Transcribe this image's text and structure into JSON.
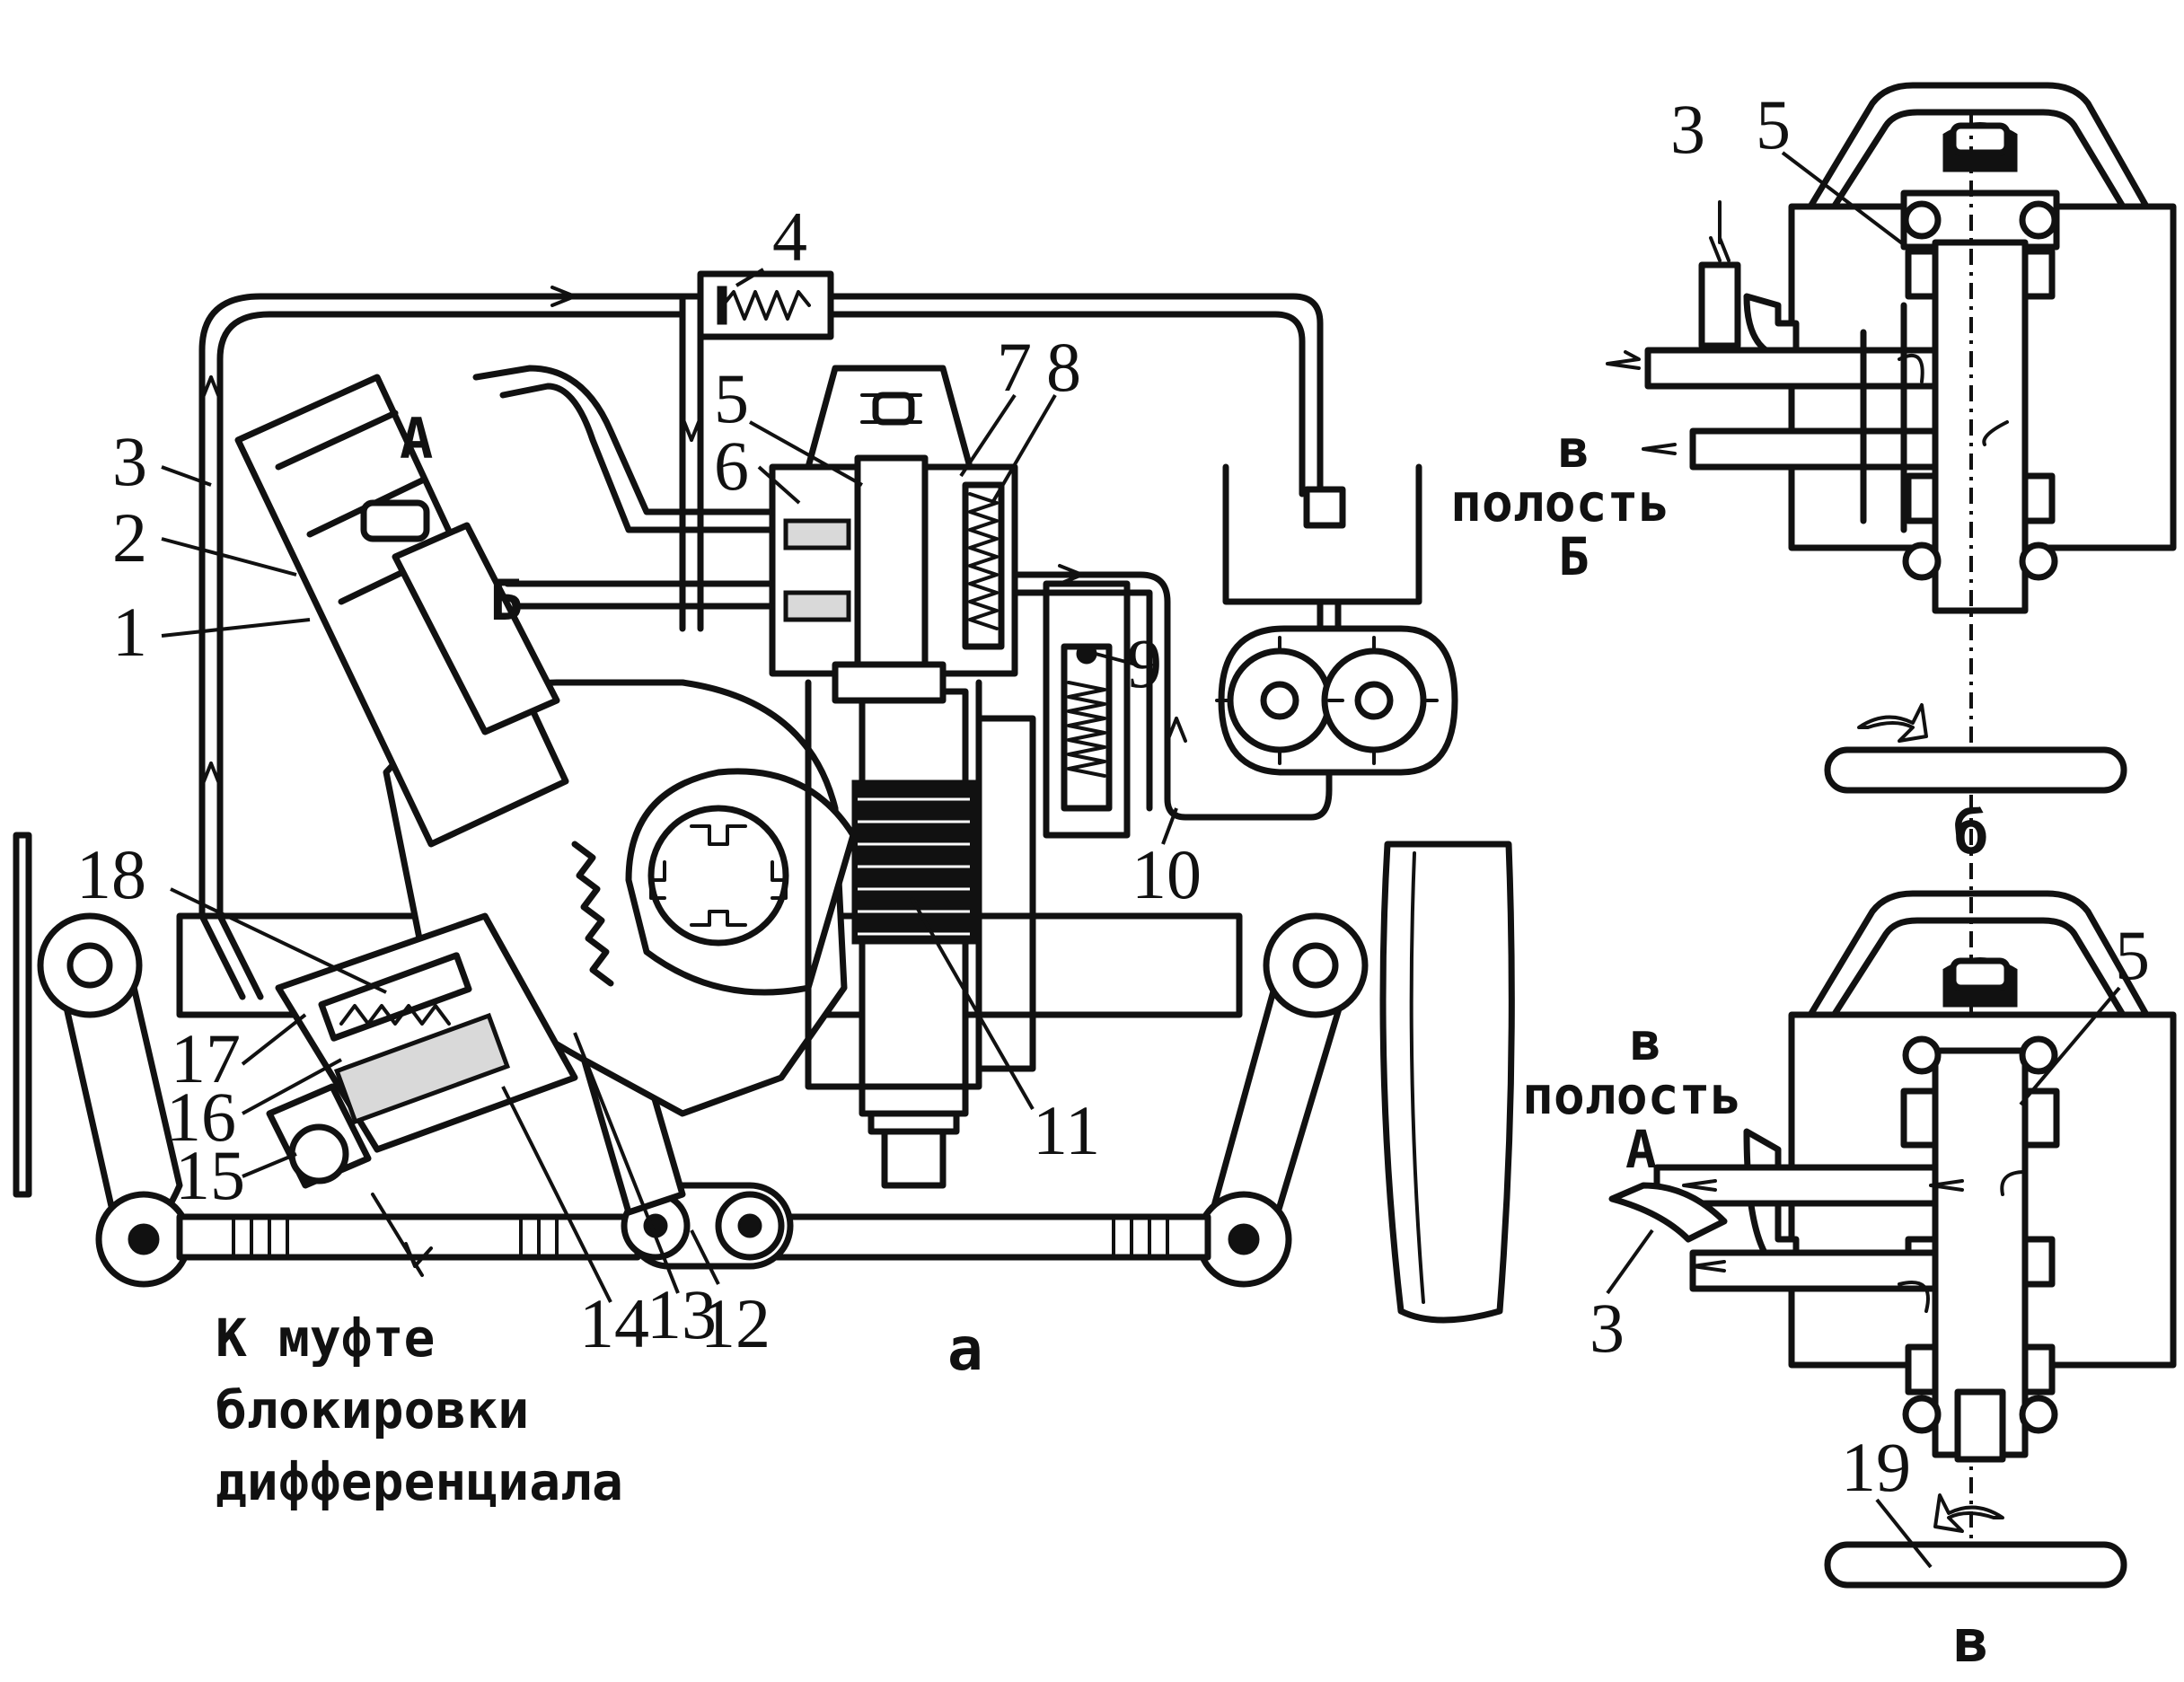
{
  "main_view": {
    "cavity_a": "А",
    "cavity_b": "Б",
    "subfigure": "а",
    "callouts": [
      "1",
      "2",
      "3",
      "4",
      "5",
      "6",
      "7",
      "8",
      "9",
      "10",
      "11",
      "12",
      "13",
      "14",
      "15",
      "16",
      "17",
      "18"
    ],
    "caption_line1": "К муфте",
    "caption_line2": "блокировки",
    "caption_line3": "дифференциала"
  },
  "view_b": {
    "callouts": [
      "3",
      "5"
    ],
    "text_line1": "в",
    "text_line2": "полость",
    "text_line3": "Б",
    "subfigure": "б"
  },
  "view_c": {
    "callouts": [
      "5",
      "3",
      "19"
    ],
    "text_line1": "в",
    "text_line2": "полость",
    "text_line3": "А",
    "subfigure": "в"
  }
}
